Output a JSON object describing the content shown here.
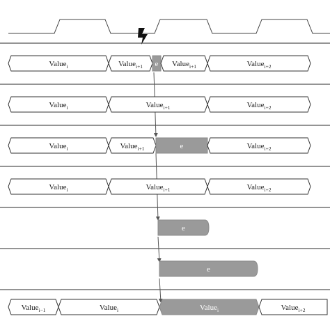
{
  "colors": {
    "separator": "#555555",
    "box_stroke": "#333333",
    "error_fill": "#9a9a9a",
    "arrow": "#555555",
    "text_dark": "#1a1a1a",
    "text_light": "#ffffff"
  },
  "icons": {
    "fault": "lightning-bolt-icon"
  },
  "rows": [
    {
      "name": "clock-signal",
      "boxes": []
    },
    {
      "name": "row-1",
      "boxes": [
        {
          "base": "Value",
          "sub": "i",
          "style": "white"
        },
        {
          "base": "Value",
          "sub": "i+1",
          "style": "white"
        },
        {
          "base": "e",
          "sub": "",
          "style": "error"
        },
        {
          "base": "Value",
          "sub": "i+1",
          "style": "white"
        },
        {
          "base": "Value",
          "sub": "i+2",
          "style": "white"
        }
      ]
    },
    {
      "name": "row-2",
      "boxes": [
        {
          "base": "Value",
          "sub": "i",
          "style": "white"
        },
        {
          "base": "Value",
          "sub": "i+1",
          "style": "white"
        },
        {
          "base": "Value",
          "sub": "i+2",
          "style": "white"
        }
      ]
    },
    {
      "name": "row-3",
      "boxes": [
        {
          "base": "Value",
          "sub": "i",
          "style": "white"
        },
        {
          "base": "Value",
          "sub": "i+1",
          "style": "white"
        },
        {
          "base": "e",
          "sub": "",
          "style": "error"
        },
        {
          "base": "Value",
          "sub": "i+2",
          "style": "white"
        }
      ]
    },
    {
      "name": "row-4",
      "boxes": [
        {
          "base": "Value",
          "sub": "i",
          "style": "white"
        },
        {
          "base": "Value",
          "sub": "i+1",
          "style": "white"
        },
        {
          "base": "Value",
          "sub": "i+2",
          "style": "white"
        }
      ]
    },
    {
      "name": "row-5",
      "boxes": [
        {
          "base": "e",
          "sub": "",
          "style": "error"
        }
      ]
    },
    {
      "name": "row-6",
      "boxes": [
        {
          "base": "e",
          "sub": "",
          "style": "error"
        }
      ]
    },
    {
      "name": "row-7",
      "boxes": [
        {
          "base": "Value",
          "sub": "i−1",
          "style": "white"
        },
        {
          "base": "Value",
          "sub": "i",
          "style": "white"
        },
        {
          "base": "Value",
          "sub": "i",
          "style": "error"
        },
        {
          "base": "Value",
          "sub": "i+2",
          "style": "white"
        }
      ]
    }
  ]
}
